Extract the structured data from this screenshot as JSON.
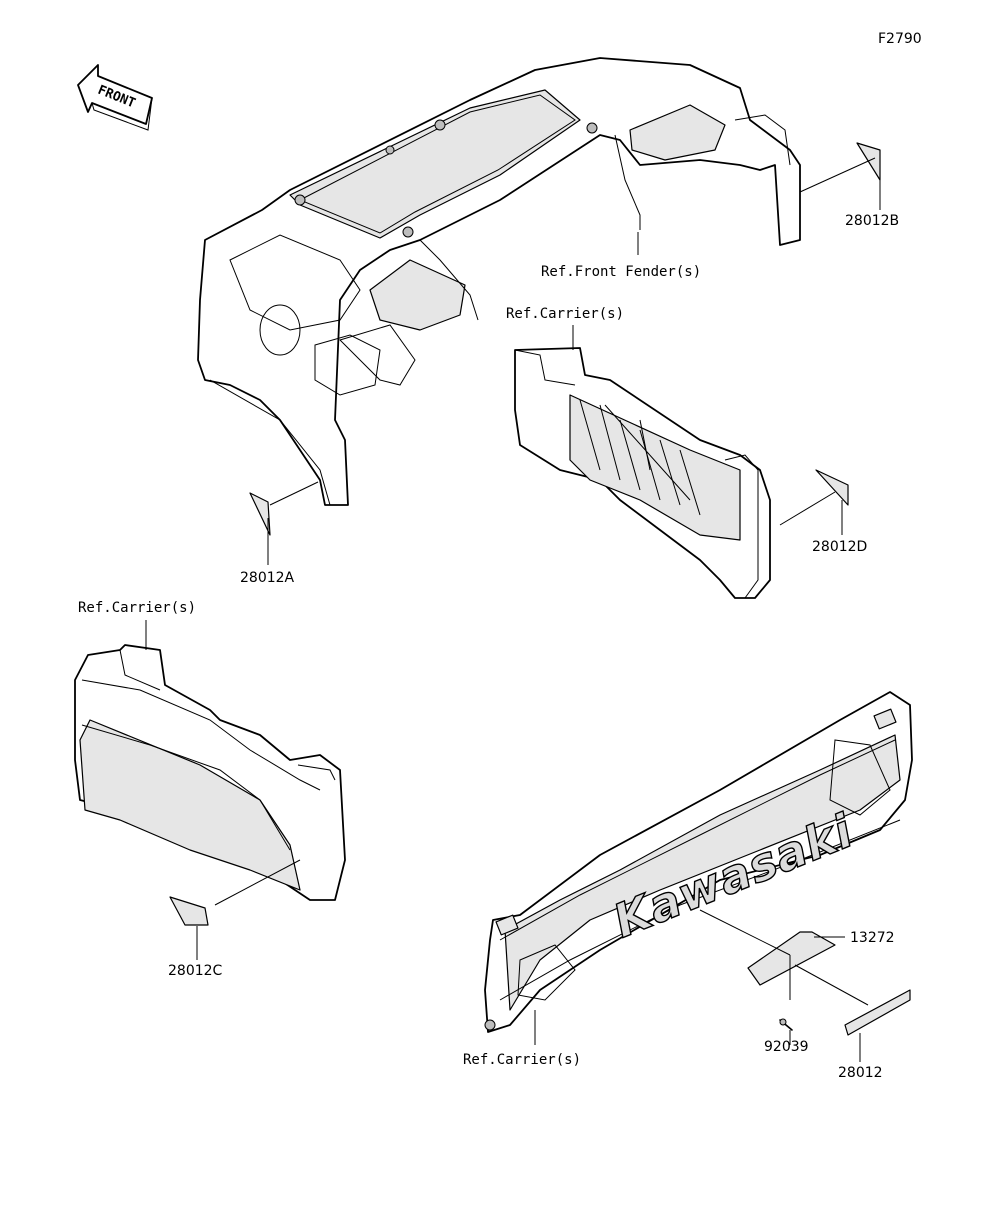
{
  "figure_id": "F2790",
  "front_arrow_label": "FRONT",
  "brand_text": "Kawasaki",
  "refs": {
    "front_fender": "Ref.Front Fender(s)",
    "carrier_top": "Ref.Carrier(s)",
    "carrier_left": "Ref.Carrier(s)",
    "carrier_bottom": "Ref.Carrier(s)"
  },
  "parts": {
    "p28012A": "28012A",
    "p28012B": "28012B",
    "p28012C": "28012C",
    "p28012D": "28012D",
    "p13272": "13272",
    "p92039": "92039",
    "p28012": "28012"
  }
}
